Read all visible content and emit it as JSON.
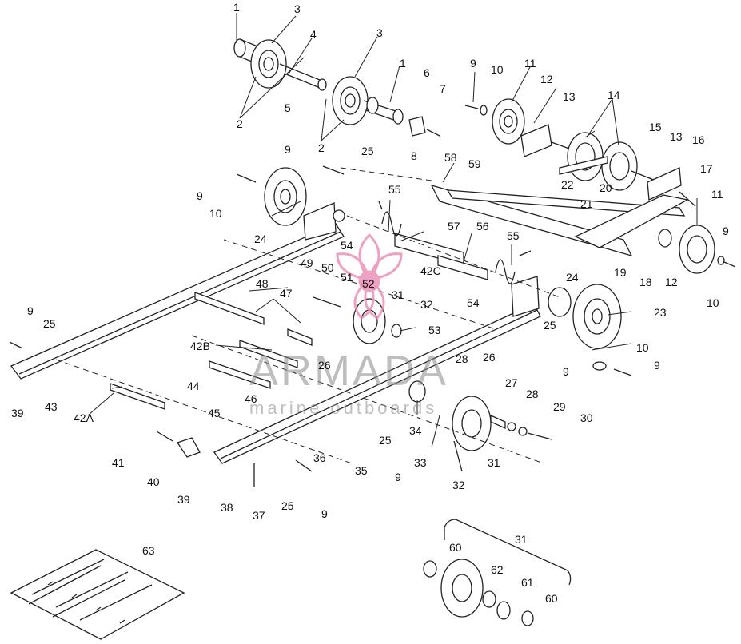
{
  "watermark": {
    "brand": "ARMADA",
    "tagline": "marine outboards",
    "color": "#e98ab5"
  },
  "callouts": [
    {
      "text": "1"
    },
    {
      "text": "3"
    },
    {
      "text": "4"
    },
    {
      "text": "3"
    },
    {
      "text": "1"
    },
    {
      "text": "5"
    },
    {
      "text": "6"
    },
    {
      "text": "7"
    },
    {
      "text": "2"
    },
    {
      "text": "2"
    },
    {
      "text": "8"
    },
    {
      "text": "9"
    },
    {
      "text": "10"
    },
    {
      "text": "11"
    },
    {
      "text": "12"
    },
    {
      "text": "13"
    },
    {
      "text": "14"
    },
    {
      "text": "15"
    },
    {
      "text": "13"
    },
    {
      "text": "16"
    },
    {
      "text": "17"
    },
    {
      "text": "9"
    },
    {
      "text": "25"
    },
    {
      "text": "58"
    },
    {
      "text": "59"
    },
    {
      "text": "22"
    },
    {
      "text": "20"
    },
    {
      "text": "9"
    },
    {
      "text": "21"
    },
    {
      "text": "11"
    },
    {
      "text": "55"
    },
    {
      "text": "10"
    },
    {
      "text": "57"
    },
    {
      "text": "56"
    },
    {
      "text": "24"
    },
    {
      "text": "54"
    },
    {
      "text": "55"
    },
    {
      "text": "19"
    },
    {
      "text": "18"
    },
    {
      "text": "12"
    },
    {
      "text": "9"
    },
    {
      "text": "42C"
    },
    {
      "text": "10"
    },
    {
      "text": "49"
    },
    {
      "text": "50"
    },
    {
      "text": "51"
    },
    {
      "text": "52"
    },
    {
      "text": "31"
    },
    {
      "text": "24"
    },
    {
      "text": "54"
    },
    {
      "text": "48"
    },
    {
      "text": "47"
    },
    {
      "text": "32"
    },
    {
      "text": "23"
    },
    {
      "text": "9"
    },
    {
      "text": "25"
    },
    {
      "text": "53"
    },
    {
      "text": "25"
    },
    {
      "text": "42B"
    },
    {
      "text": "26"
    },
    {
      "text": "10"
    },
    {
      "text": "9"
    },
    {
      "text": "28"
    },
    {
      "text": "26"
    },
    {
      "text": "9"
    },
    {
      "text": "44"
    },
    {
      "text": "27"
    },
    {
      "text": "28"
    },
    {
      "text": "46"
    },
    {
      "text": "29"
    },
    {
      "text": "30"
    },
    {
      "text": "39"
    },
    {
      "text": "43"
    },
    {
      "text": "42A"
    },
    {
      "text": "45"
    },
    {
      "text": "34"
    },
    {
      "text": "25"
    },
    {
      "text": "41"
    },
    {
      "text": "36"
    },
    {
      "text": "33"
    },
    {
      "text": "31"
    },
    {
      "text": "9"
    },
    {
      "text": "35"
    },
    {
      "text": "32"
    },
    {
      "text": "40"
    },
    {
      "text": "39"
    },
    {
      "text": "38"
    },
    {
      "text": "25"
    },
    {
      "text": "37"
    },
    {
      "text": "9"
    },
    {
      "text": "63"
    },
    {
      "text": "31"
    },
    {
      "text": "60"
    },
    {
      "text": "62"
    },
    {
      "text": "61"
    },
    {
      "text": "60"
    }
  ]
}
